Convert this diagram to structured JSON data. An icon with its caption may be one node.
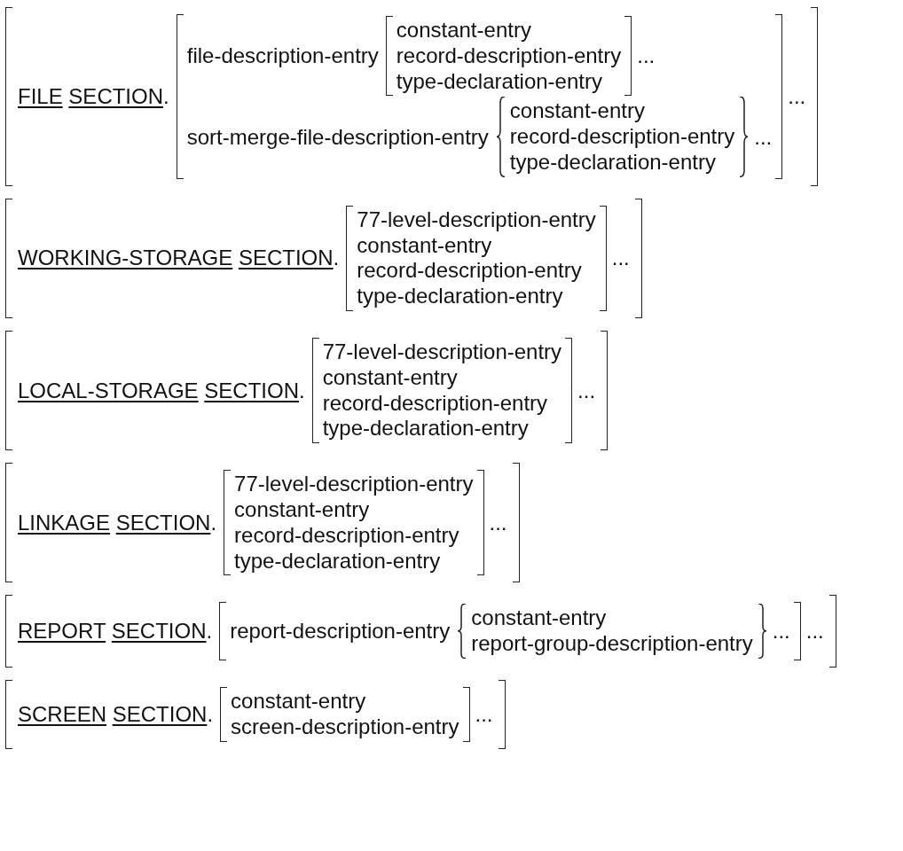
{
  "diagram": {
    "nodes": [
      {
        "text": [
          "FILE SECTION."
        ]
      },
      {
        "text": [
          "file-description-entry",
          "sort-merge-file-description-entry"
        ],
        "in": 0,
        "beside": [
          "..."
        ]
      },
      {
        "text": [
          "constant-entry",
          "record-description-entry",
          "type-declaration-entry"
        ],
        "in": 1,
        "beside": [
          "..."
        ]
      },
      {
        "text": [
          "constant-entry",
          "record-description-entry",
          "type-declaration-entry"
        ],
        "in": 1,
        "beside": [
          "..."
        ]
      },
      {
        "text": [
          "WORKING-STORAGE SECTION."
        ]
      },
      {
        "text": [
          "77-level-description-entry",
          "constant-entry",
          "record-description-entry",
          "type-declaration-entry"
        ],
        "in": 4,
        "beside": [
          "..."
        ]
      },
      {
        "text": [
          "LOCAL-STORAGE SECTION."
        ]
      },
      {
        "text": [
          "77-level-description-entry",
          "constant-entry",
          "record-description-entry",
          "type-declaration-entry"
        ],
        "in": 6,
        "beside": [
          "..."
        ]
      },
      {
        "text": [
          "LINKAGE SECTION."
        ]
      },
      {
        "text": [
          "77-level-description-entry",
          "constant-entry",
          "record-description-entry",
          "type-declaration-entry"
        ],
        "in": 8,
        "beside": [
          "..."
        ]
      },
      {
        "text": [
          "REPORT SECTION."
        ]
      },
      {
        "text": [
          "report-description-entry"
        ],
        "in": 10,
        "beside": [
          "..."
        ]
      },
      {
        "text": [
          "constant-entry",
          "report-group-description-entry"
        ],
        "in": 11,
        "beside": [
          "..."
        ]
      },
      {
        "text": [
          "SCREEN SECTION."
        ]
      },
      {
        "text": [
          "constant-entry",
          "screen-description-entry"
        ],
        "in": 13,
        "beside": [
          "..."
        ]
      }
    ]
  }
}
